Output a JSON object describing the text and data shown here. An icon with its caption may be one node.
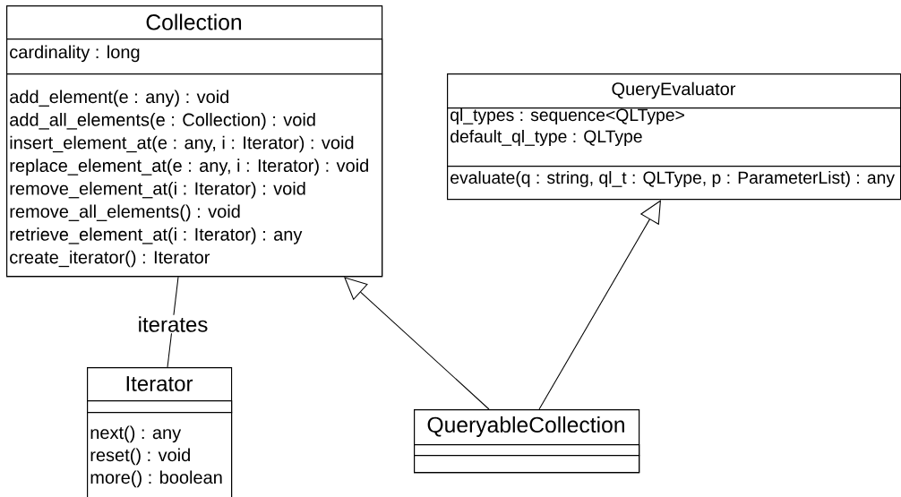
{
  "diagram": {
    "nodes": [
      {
        "text": [
          "Collection"
        ]
      },
      {
        "text": [
          "cardinality : long"
        ],
        "in": 0
      },
      {
        "text": [
          "add_element(e : any) : void",
          "add_all_elements(e : Collection) : void",
          "insert_element_at(e : any, i : Iterator) : void",
          "replace_element_at(e : any, i : Iterator) : void",
          "remove_element_at(i : Iterator) : void",
          "remove_all_elements() : void",
          "retrieve_element_at(i : Iterator) : any",
          "create_iterator() : Iterator"
        ],
        "in": 0
      },
      {
        "text": [
          "QueryEvaluator"
        ]
      },
      {
        "text": [
          "ql_types : sequence<QLType>",
          "default_ql_type : QLType"
        ],
        "in": 3
      },
      {
        "text": [
          "evaluate(q : string, ql_t : QLType, p : ParameterList) : any"
        ],
        "in": 3
      },
      {
        "text": [
          "Iterator"
        ]
      },
      {
        "text": [],
        "shape": "box",
        "in": 6
      },
      {
        "text": [
          "next() : any",
          "reset() : void",
          "more() : boolean"
        ],
        "in": 6
      },
      {
        "text": [
          "QueryableCollection"
        ]
      },
      {
        "text": [],
        "shape": "box",
        "in": 9
      },
      {
        "text": [],
        "shape": "box",
        "in": 9
      }
    ],
    "edges": [
      {
        "from": 0,
        "to": 6,
        "arrow": "none",
        "label": "iterates"
      },
      {
        "from": 9,
        "to": 0,
        "arrow": "to"
      },
      {
        "from": 9,
        "to": 3,
        "arrow": "to"
      }
    ]
  }
}
